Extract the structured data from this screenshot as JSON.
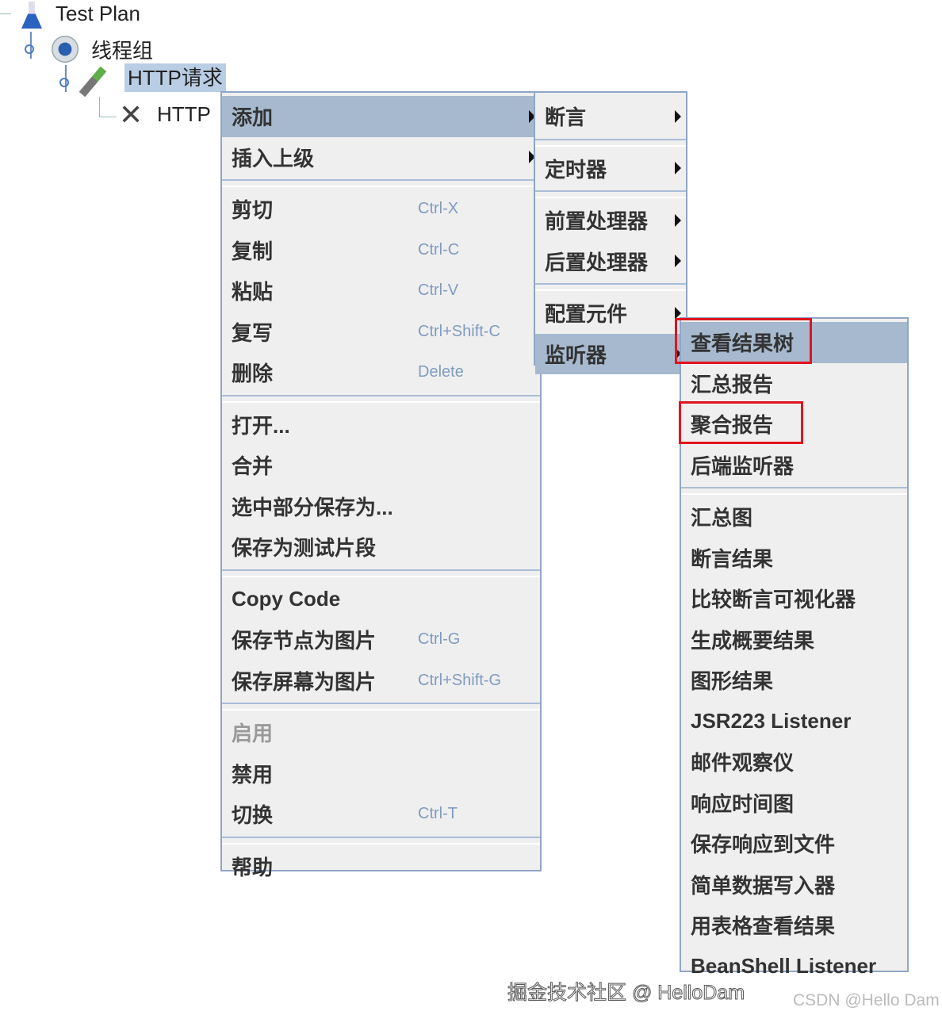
{
  "tree": {
    "items": [
      {
        "label": "Test Plan",
        "icon": "flask-icon"
      },
      {
        "label": "线程组",
        "icon": "gear-icon"
      },
      {
        "label": "HTTP请求",
        "icon": "pipette-icon",
        "selected": true
      },
      {
        "label": "HTTP",
        "icon": "tools-icon"
      }
    ]
  },
  "context_menu": {
    "groups": [
      [
        {
          "label": "添加",
          "arrow": true,
          "highlighted": true
        },
        {
          "label": "插入上级",
          "arrow": true
        }
      ],
      [
        {
          "label": "剪切",
          "shortcut": "Ctrl-X"
        },
        {
          "label": "复制",
          "shortcut": "Ctrl-C"
        },
        {
          "label": "粘贴",
          "shortcut": "Ctrl-V"
        },
        {
          "label": "复写",
          "shortcut": "Ctrl+Shift-C"
        },
        {
          "label": "删除",
          "shortcut": "Delete"
        }
      ],
      [
        {
          "label": "打开..."
        },
        {
          "label": "合并"
        },
        {
          "label": "选中部分保存为..."
        },
        {
          "label": "保存为测试片段"
        }
      ],
      [
        {
          "label": "Copy Code"
        },
        {
          "label": "保存节点为图片",
          "shortcut": "Ctrl-G"
        },
        {
          "label": "保存屏幕为图片",
          "shortcut": "Ctrl+Shift-G"
        }
      ],
      [
        {
          "label": "启用",
          "disabled": true
        },
        {
          "label": "禁用"
        },
        {
          "label": "切换",
          "shortcut": "Ctrl-T"
        }
      ],
      [
        {
          "label": "帮助"
        }
      ]
    ]
  },
  "add_submenu": {
    "groups": [
      [
        {
          "label": "断言",
          "arrow": true
        }
      ],
      [
        {
          "label": "定时器",
          "arrow": true
        }
      ],
      [
        {
          "label": "前置处理器",
          "arrow": true
        },
        {
          "label": "后置处理器",
          "arrow": true
        }
      ],
      [
        {
          "label": "配置元件",
          "arrow": true
        },
        {
          "label": "监听器",
          "arrow": true,
          "highlighted": true
        }
      ]
    ]
  },
  "listener_submenu": {
    "groups": [
      [
        {
          "label": "查看结果树",
          "highlighted": true,
          "marked": true
        },
        {
          "label": "汇总报告"
        },
        {
          "label": "聚合报告",
          "marked": true
        },
        {
          "label": "后端监听器"
        }
      ],
      [
        {
          "label": "汇总图"
        },
        {
          "label": "断言结果"
        },
        {
          "label": "比较断言可视化器"
        },
        {
          "label": "生成概要结果"
        },
        {
          "label": "图形结果"
        },
        {
          "label": "JSR223 Listener"
        },
        {
          "label": "邮件观察仪"
        },
        {
          "label": "响应时间图"
        },
        {
          "label": "保存响应到文件"
        },
        {
          "label": "简单数据写入器"
        },
        {
          "label": "用表格查看结果"
        },
        {
          "label": "BeanShell Listener"
        }
      ]
    ]
  },
  "annotation_color": "#e0141e",
  "watermarks": {
    "juejin": "掘金技术社区 @ HelloDam",
    "csdn": "CSDN @Hello Dam"
  }
}
